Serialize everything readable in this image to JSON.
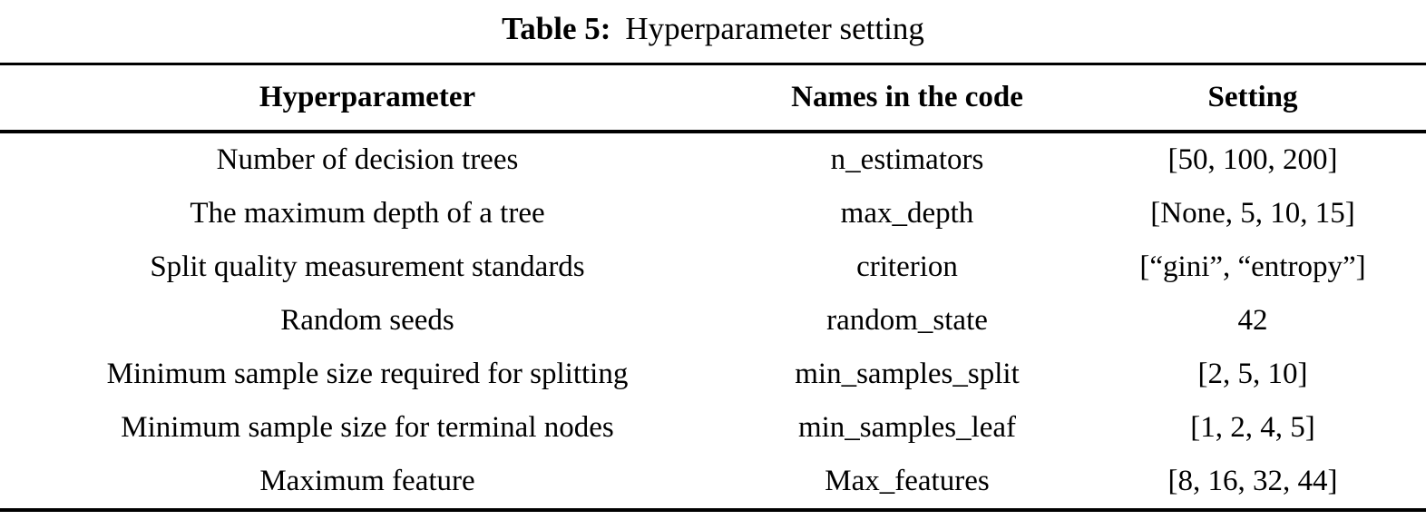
{
  "caption": {
    "label": "Table 5:",
    "text": "Hyperparameter setting"
  },
  "table": {
    "columns": [
      "Hyperparameter",
      "Names in the code",
      "Setting"
    ],
    "rows": [
      [
        "Number of decision trees",
        "n_estimators",
        "[50, 100, 200]"
      ],
      [
        "The maximum depth of a tree",
        "max_depth",
        "[None, 5, 10, 15]"
      ],
      [
        "Split quality measurement standards",
        "criterion",
        "[“gini”, “entropy”]"
      ],
      [
        "Random seeds",
        "random_state",
        "42"
      ],
      [
        "Minimum sample size required for splitting",
        "min_samples_split",
        "[2, 5, 10]"
      ],
      [
        "Minimum sample size for terminal nodes",
        "min_samples_leaf",
        "[1, 2, 4, 5]"
      ],
      [
        "Maximum feature",
        "Max_features",
        "[8, 16, 32, 44]"
      ]
    ]
  },
  "colors": {
    "text": "#000000",
    "background": "#ffffff",
    "rule": "#000000"
  }
}
